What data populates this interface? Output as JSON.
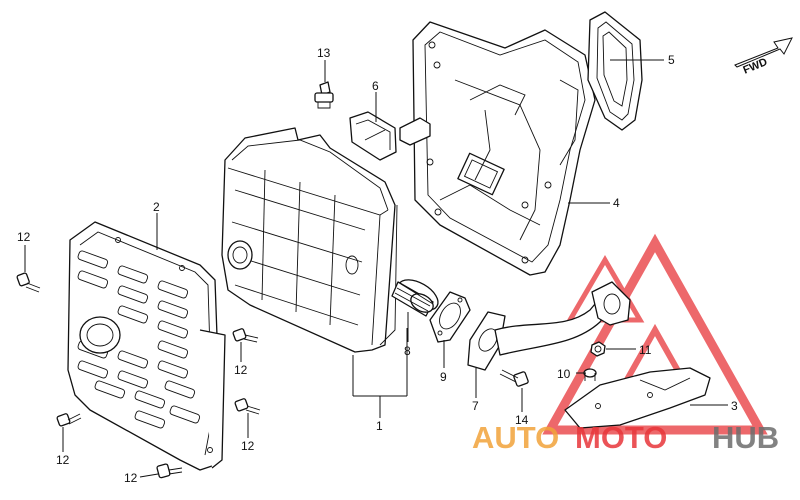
{
  "direction_label": "FWD",
  "callouts": {
    "c1": "1",
    "c2": "2",
    "c3": "3",
    "c4": "4",
    "c5": "5",
    "c6": "6",
    "c7": "7",
    "c8": "8",
    "c9": "9",
    "c10": "10",
    "c11": "11",
    "c12a": "12",
    "c12b": "12",
    "c12c": "12",
    "c12d": "12",
    "c12e": "12",
    "c13": "13",
    "c14": "14"
  },
  "watermark": {
    "part1": "AUTO",
    "part2": "MOTO",
    "part3": "HUB",
    "color_red": "#e8363a",
    "color_orange": "#f2a33a",
    "color_gray": "#6d6d6d"
  }
}
